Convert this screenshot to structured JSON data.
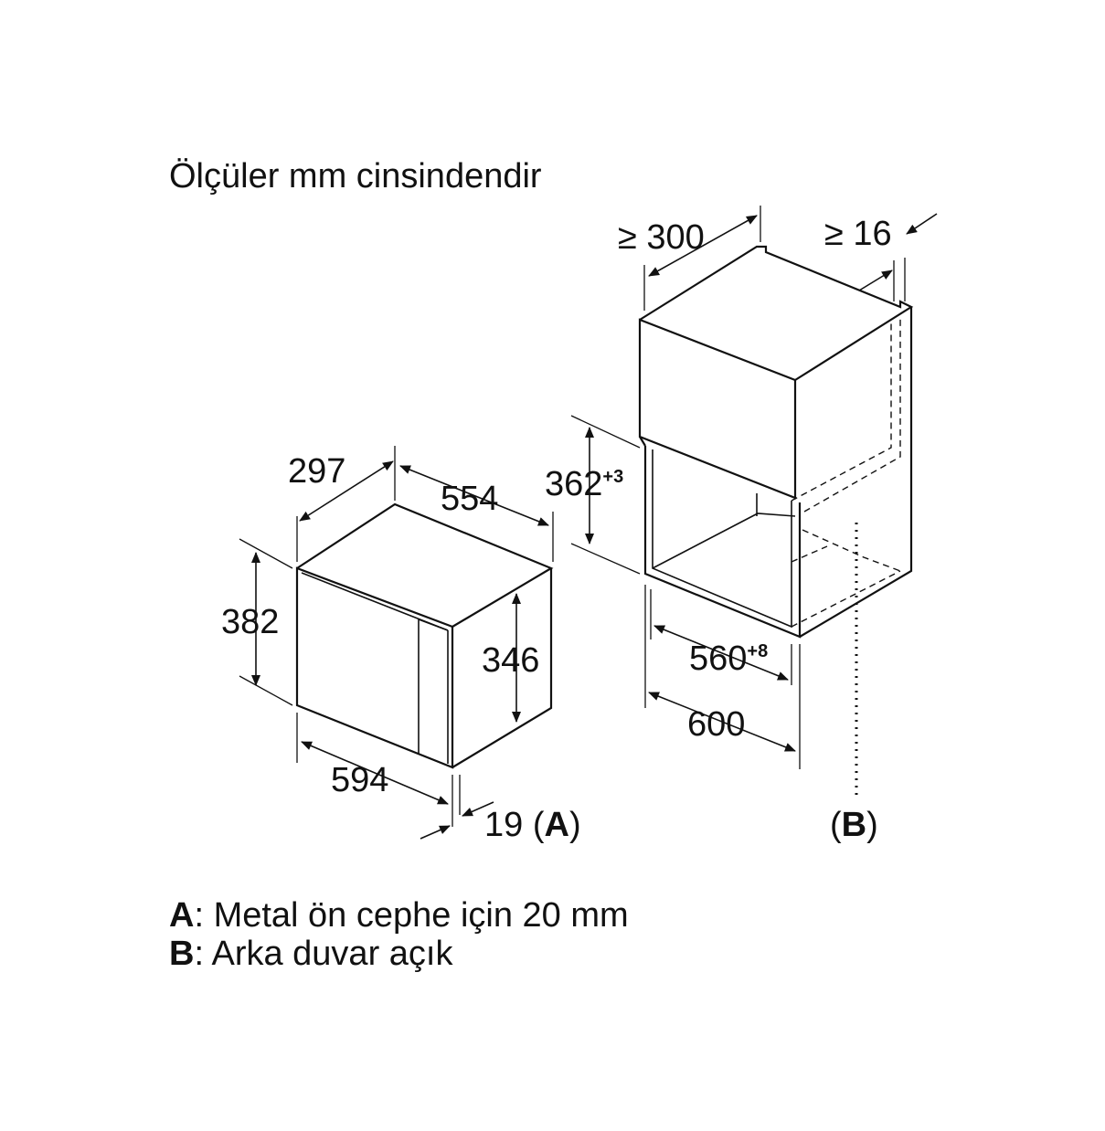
{
  "title": "Ölçüler mm cinsindendir",
  "appliance": {
    "depth": "297",
    "width_body": "554",
    "height_total": "382",
    "height_body": "346",
    "width_total": "594",
    "front_offset": "19",
    "front_offset_ref": "A"
  },
  "niche": {
    "min_depth": "≥ 300",
    "min_gap": "≥ 16",
    "height": "362",
    "height_tolerance": "+3",
    "width_inner": "560",
    "width_inner_tolerance": "+8",
    "width_outer": "600",
    "rear_ref": "B"
  },
  "legend": [
    {
      "key": "A",
      "text": ": Metal ön cephe için 20 mm"
    },
    {
      "key": "B",
      "text": ": Arka duvar açık"
    }
  ]
}
